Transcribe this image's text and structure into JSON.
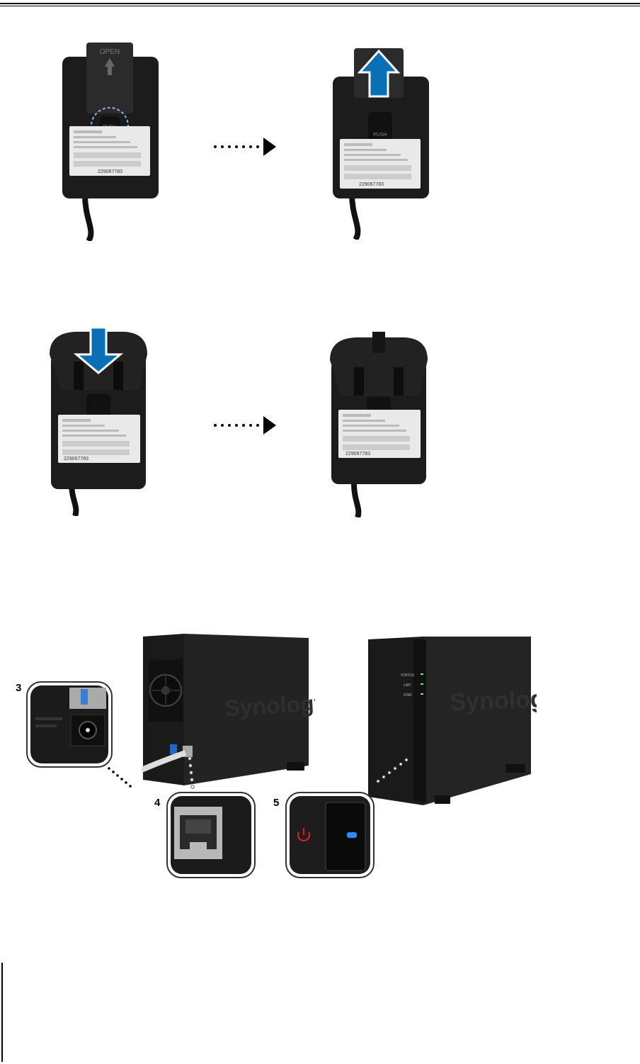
{
  "adapter": {
    "clip_top_label": "OPEN",
    "push_label": "PUSH",
    "serial": "229067783"
  },
  "nas": {
    "brand": "Synology",
    "front_labels": [
      "STATUS",
      "LAN",
      "DISK"
    ]
  },
  "callouts": [
    {
      "number": "3"
    },
    {
      "number": "4"
    },
    {
      "number": "5"
    }
  ],
  "colors": {
    "arrow_blue": "#0b6fb8",
    "led_blue": "#2a8cff",
    "power_red": "#e02020",
    "body_black": "#1c1c1c"
  }
}
